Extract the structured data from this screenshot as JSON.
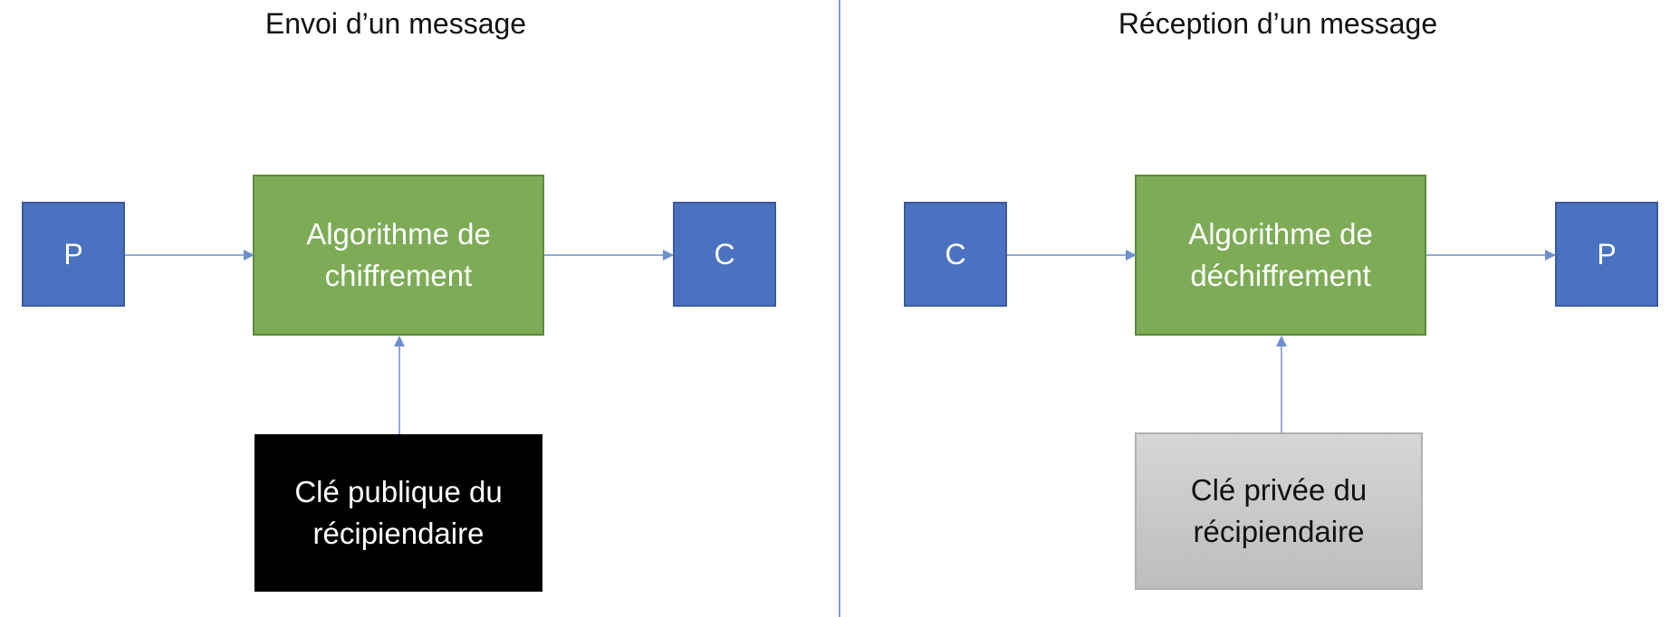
{
  "left": {
    "title": "Envoi d’un message",
    "input": "P",
    "algorithm": "Algorithme de chiffrement",
    "output": "C",
    "key": "Clé publique du récipiendaire"
  },
  "right": {
    "title": "Réception d’un message",
    "input": "C",
    "algorithm": "Algorithme de déchiffrement",
    "output": "P",
    "key": "Clé privée du récipiendaire"
  },
  "colors": {
    "blue": "#4a72c0",
    "green": "#7dab56",
    "arrow": "#6f8fcc",
    "public_key_fill": "#000000",
    "private_key_fill": "#c8c8c8"
  }
}
